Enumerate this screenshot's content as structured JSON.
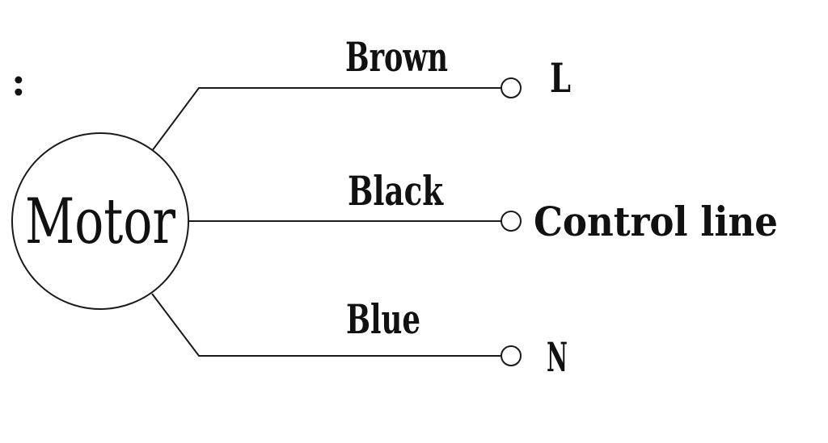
{
  "leading_mark": ":",
  "motor": {
    "label": "Motor"
  },
  "wires": [
    {
      "color_name": "Brown",
      "terminal_label": "L"
    },
    {
      "color_name": "Black",
      "terminal_label": "Control line"
    },
    {
      "color_name": "Blue",
      "terminal_label": "N"
    }
  ],
  "colors": {
    "line": "#1a1a1a",
    "text": "#111111",
    "background": "#ffffff"
  }
}
